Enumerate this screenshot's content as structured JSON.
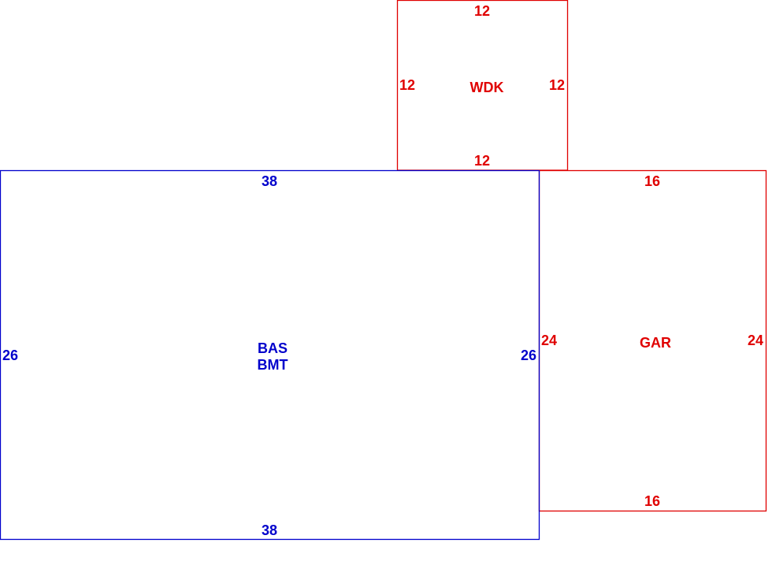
{
  "colors": {
    "red": "#e00000",
    "blue": "#0000cc"
  },
  "areas": {
    "wdk": {
      "label": "WDK",
      "top": "12",
      "bottom": "12",
      "left": "12",
      "right": "12"
    },
    "bas": {
      "label": "BAS",
      "label2": "BMT",
      "top": "38",
      "bottom": "38",
      "left": "26",
      "right": "26"
    },
    "gar": {
      "label": "GAR",
      "top": "16",
      "bottom": "16",
      "left": "24",
      "right": "24"
    }
  }
}
